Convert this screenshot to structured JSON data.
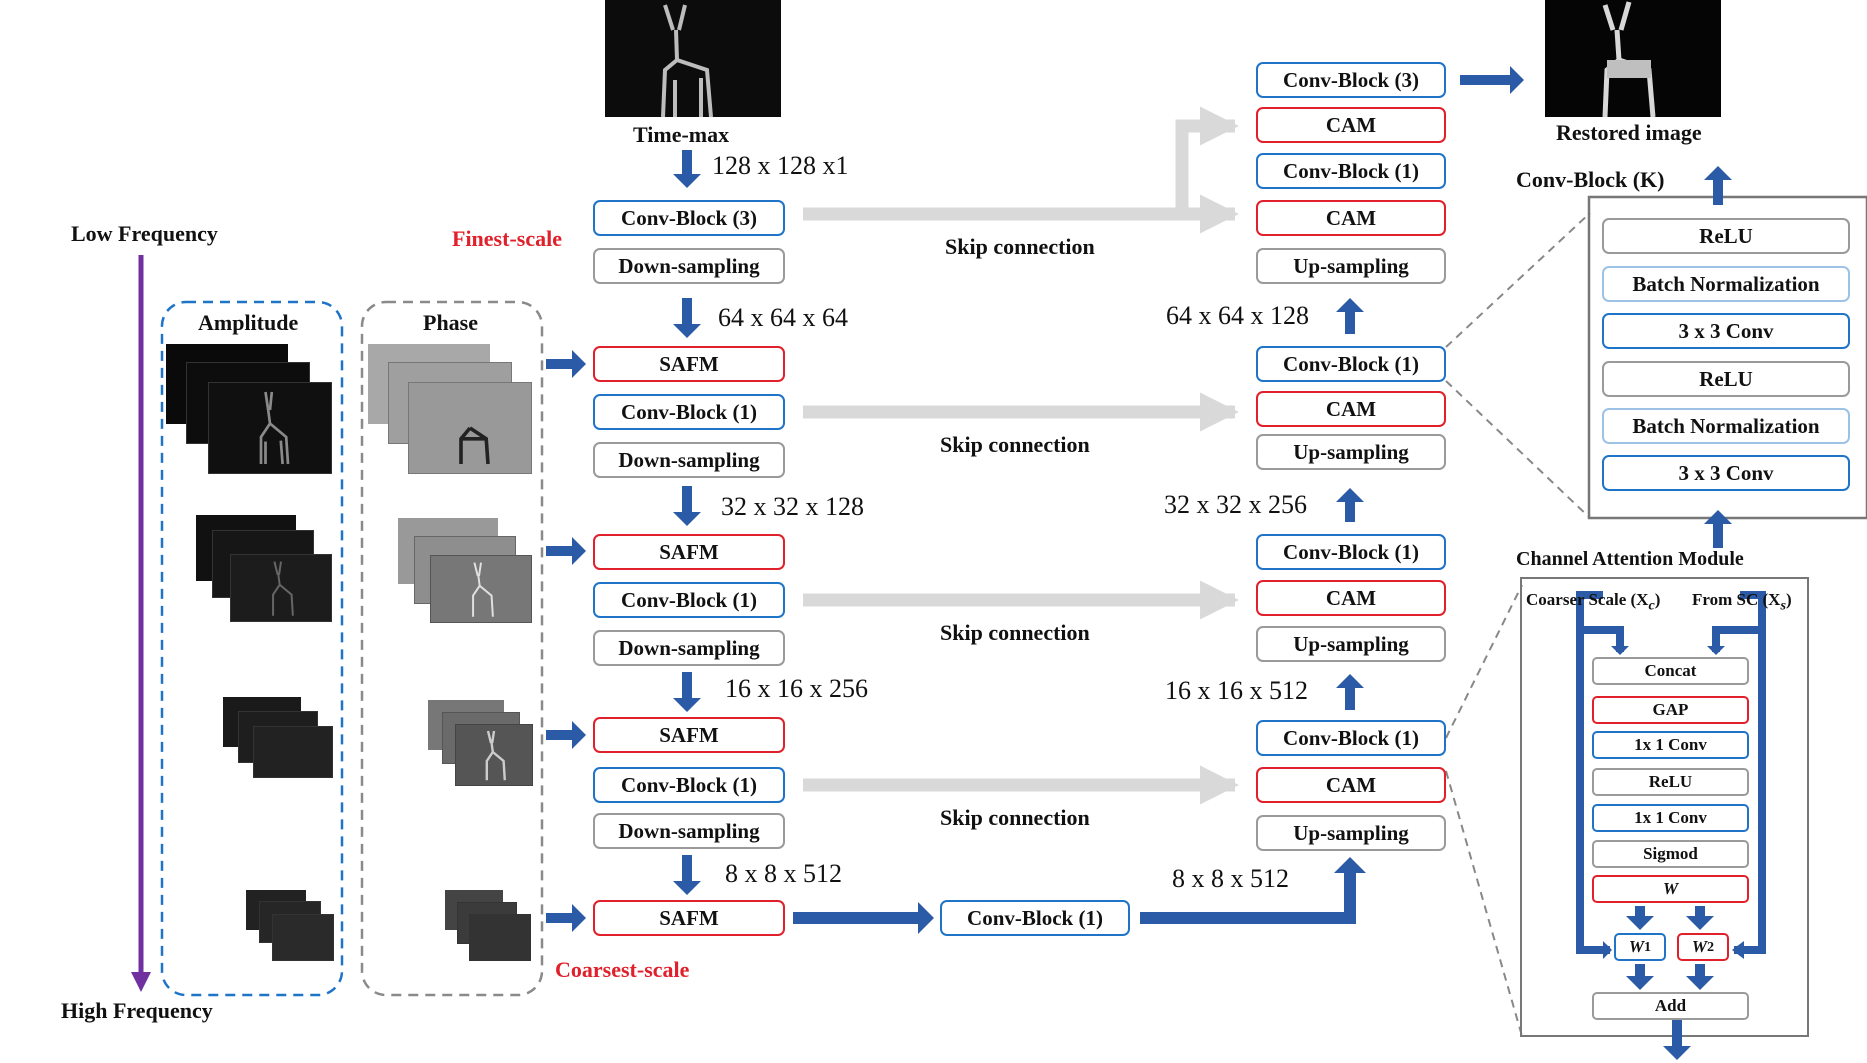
{
  "colors": {
    "blue_arrow": "#2b5ba6",
    "encoder_border": "#1f74c8",
    "attention_border": "#e0202a",
    "neutral_border": "#9a9a9a",
    "skip_arrow": "#d9d9d9",
    "frequency_axis": "#7030a0"
  },
  "frequency": {
    "low": "Low Frequency",
    "high": "High Frequency"
  },
  "panels": {
    "amplitude": "Amplitude",
    "phase": "Phase"
  },
  "scales": {
    "finest": "Finest-scale",
    "coarsest": "Coarsest-scale"
  },
  "input": {
    "label": "Time-max",
    "dim": "128 x 128 x1"
  },
  "encoder": {
    "s1": {
      "conv": "Conv-Block (3)",
      "down": "Down-sampling",
      "dim": "64 x 64 x 64"
    },
    "s2": {
      "safm": "SAFM",
      "conv": "Conv-Block (1)",
      "down": "Down-sampling",
      "dim": "32 x 32 x 128"
    },
    "s3": {
      "safm": "SAFM",
      "conv": "Conv-Block (1)",
      "down": "Down-sampling",
      "dim": "16 x 16 x 256"
    },
    "s4": {
      "safm": "SAFM",
      "conv": "Conv-Block (1)",
      "down": "Down-sampling",
      "dim": "8 x 8 x 512"
    },
    "s5": {
      "safm": "SAFM"
    }
  },
  "bottleneck": {
    "conv": "Conv-Block (1)",
    "dim": "8 x 8 x 512"
  },
  "skip": {
    "label": "Skip connection"
  },
  "decoder": {
    "top": {
      "conv3": "Conv-Block (3)",
      "cam_a": "CAM",
      "conv1": "Conv-Block (1)",
      "cam_b": "CAM",
      "up": "Up-sampling"
    },
    "d1": {
      "dim": "64 x 64 x 128",
      "conv": "Conv-Block (1)",
      "cam": "CAM",
      "up": "Up-sampling"
    },
    "d2": {
      "dim": "32 x 32 x 256",
      "conv": "Conv-Block (1)",
      "cam": "CAM",
      "up": "Up-sampling"
    },
    "d3": {
      "dim": "16 x 16 x 512",
      "conv": "Conv-Block (1)",
      "cam": "CAM",
      "up": "Up-sampling"
    }
  },
  "output": {
    "label": "Restored image"
  },
  "conv_block_detail": {
    "title": "Conv-Block (K)",
    "layers": [
      "ReLU",
      "Batch Normalization",
      "3 x 3 Conv",
      "ReLU",
      "Batch Normalization",
      "3 x 3 Conv"
    ]
  },
  "cam_detail": {
    "title": "Channel Attention Module",
    "input_c": "Coarser Scale (X",
    "input_c_sub": "c",
    "input_s": "From SC (X",
    "input_s_sub": "s",
    "close": ")",
    "layers": [
      "Concat",
      "GAP",
      "1x 1 Conv",
      "ReLU",
      "1x 1 Conv",
      "Sigmod",
      "W"
    ],
    "w1": "W",
    "w1_sub": "1",
    "w2": "W",
    "w2_sub": "2",
    "add": "Add"
  }
}
